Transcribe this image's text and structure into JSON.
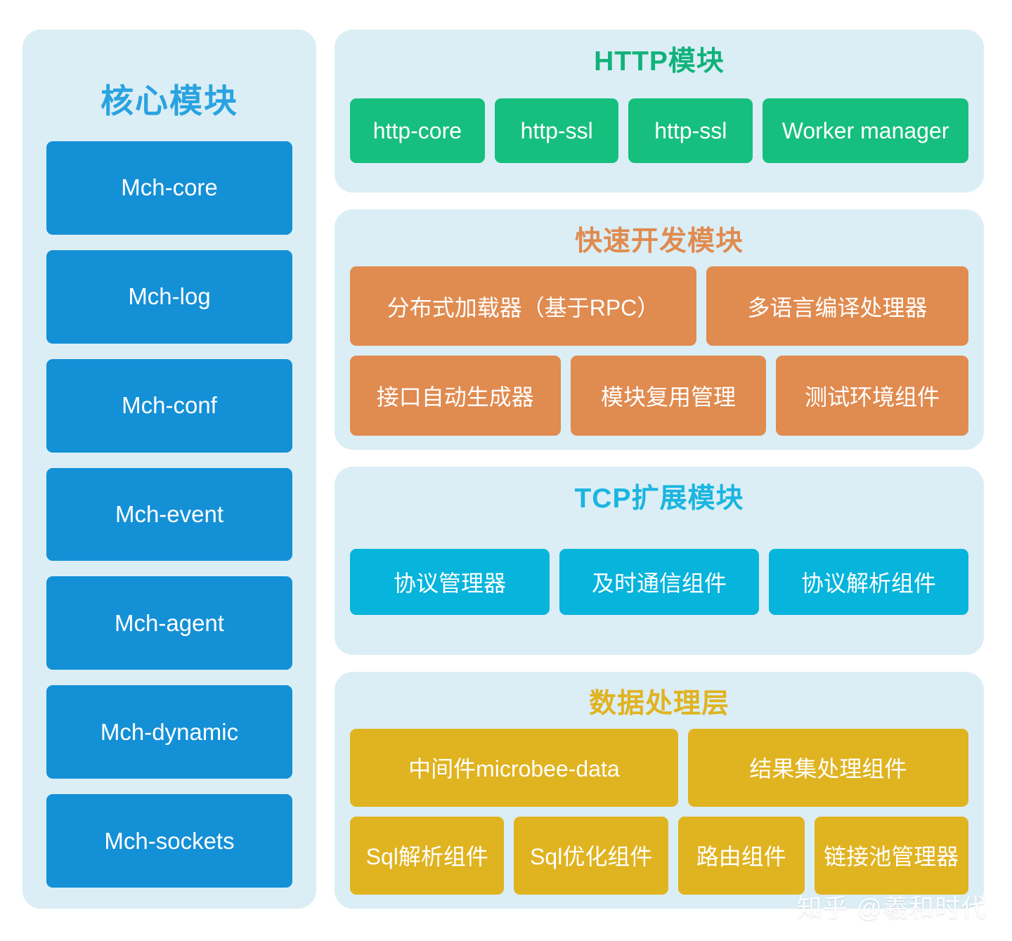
{
  "core_panel": {
    "title": "核心模块",
    "accent_color": "#2aa3e0",
    "chip_color": "#1490d6",
    "items": [
      {
        "label": "Mch-core"
      },
      {
        "label": "Mch-log"
      },
      {
        "label": "Mch-conf"
      },
      {
        "label": "Mch-event"
      },
      {
        "label": "Mch-agent"
      },
      {
        "label": "Mch-dynamic"
      },
      {
        "label": "Mch-sockets"
      }
    ]
  },
  "groups": [
    {
      "title": "HTTP模块",
      "title_color": "#11b27a",
      "chip_color": "#16bf7d",
      "rows": [
        [
          {
            "label": "http-core"
          },
          {
            "label": "http-ssl"
          },
          {
            "label": "http-ssl"
          },
          {
            "label": "Worker manager"
          }
        ]
      ]
    },
    {
      "title": "快速开发模块",
      "title_color": "#e08b50",
      "chip_color": "#e08b50",
      "rows": [
        [
          {
            "label": "分布式加载器（基于RPC）"
          },
          {
            "label": "多语言编译处理器"
          }
        ],
        [
          {
            "label": "接口自动生成器"
          },
          {
            "label": "模块复用管理"
          },
          {
            "label": "测试环境组件"
          }
        ]
      ]
    },
    {
      "title": "TCP扩展模块",
      "title_color": "#1ab5e0",
      "chip_color": "#06b4dc",
      "rows": [
        [
          {
            "label": "协议管理器"
          },
          {
            "label": "及时通信组件"
          },
          {
            "label": "协议解析组件"
          }
        ]
      ]
    },
    {
      "title": "数据处理层",
      "title_color": "#e0b320",
      "chip_color": "#e0b320",
      "rows": [
        [
          {
            "label": "中间件microbee-data"
          },
          {
            "label": "结果集处理组件"
          }
        ],
        [
          {
            "label": "Sql解析组件"
          },
          {
            "label": "Sql优化组件"
          },
          {
            "label": "路由组件"
          },
          {
            "label": "链接池管理器"
          }
        ]
      ]
    }
  ],
  "watermark": {
    "text": "知乎 @羲和时代"
  },
  "palette": {
    "page_background": "#ffffff",
    "panel_background": "#dbeef5",
    "chip_text": "#ffffff"
  }
}
